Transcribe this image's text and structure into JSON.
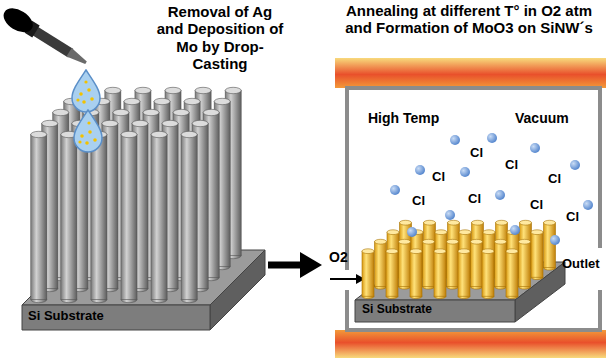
{
  "diagram": {
    "nodes": [
      {
        "text": [
          "Si Substrate"
        ]
      },
      {
        "text": [
          "High Temp",
          "Vacuum",
          "Outlet"
        ]
      },
      {
        "text": [
          "Si Substrate"
        ],
        "in": 1
      }
    ],
    "edges": [
      {
        "from": 0,
        "to": 1,
        "arrow": "to"
      }
    ],
    "labels": [
      "Removal of Ag and Deposition of Mo by Drop-Casting",
      "Annealing at different T° in O2 atm and Formation of MoO3 on SiNW´s",
      "O2",
      "Cl",
      "Cl",
      "Cl",
      "Cl",
      "Cl",
      "Cl",
      "Cl",
      "Cl"
    ]
  }
}
